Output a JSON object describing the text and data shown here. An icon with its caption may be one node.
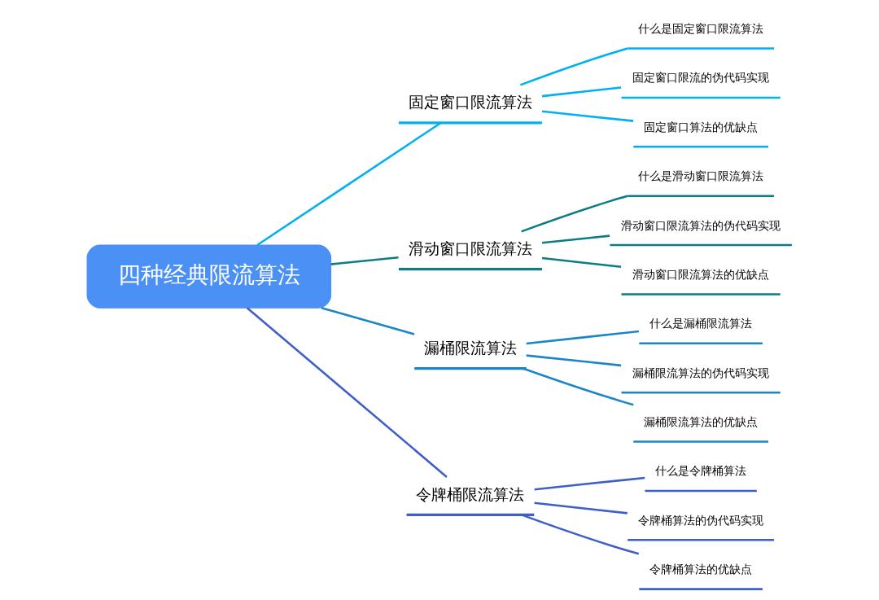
{
  "diagram": {
    "nodes": [
      {
        "text": [
          "四种经典限流算法"
        ]
      },
      {
        "text": [
          "固定窗口限流算法"
        ]
      },
      {
        "text": [
          "什么是固定窗口限流算法"
        ]
      },
      {
        "text": [
          "固定窗口限流的伪代码实现"
        ]
      },
      {
        "text": [
          "固定窗口算法的优缺点"
        ]
      },
      {
        "text": [
          "滑动窗口限流算法"
        ]
      },
      {
        "text": [
          "什么是滑动窗口限流算法"
        ]
      },
      {
        "text": [
          "滑动窗口限流算法的伪代码实现"
        ]
      },
      {
        "text": [
          "滑动窗口限流算法的优缺点"
        ]
      },
      {
        "text": [
          "漏桶限流算法"
        ]
      },
      {
        "text": [
          "什么是漏桶限流算法"
        ]
      },
      {
        "text": [
          "漏桶限流算法的伪代码实现"
        ]
      },
      {
        "text": [
          "漏桶限流算法的优缺点"
        ]
      },
      {
        "text": [
          "令牌桶限流算法"
        ]
      },
      {
        "text": [
          "什么是令牌桶算法"
        ]
      },
      {
        "text": [
          "令牌桶算法的伪代码实现"
        ]
      },
      {
        "text": [
          "令牌桶算法的优缺点"
        ]
      }
    ],
    "edges": [
      {
        "from": 0,
        "to": 1,
        "arrow": "none",
        "color": "#00b0f0"
      },
      {
        "from": 1,
        "to": 2,
        "arrow": "none",
        "color": "#00b0f0"
      },
      {
        "from": 1,
        "to": 3,
        "arrow": "none",
        "color": "#00b0f0"
      },
      {
        "from": 1,
        "to": 4,
        "arrow": "none",
        "color": "#00b0f0"
      },
      {
        "from": 0,
        "to": 5,
        "arrow": "none",
        "color": "#0e7c86"
      },
      {
        "from": 5,
        "to": 6,
        "arrow": "none",
        "color": "#0e7c86"
      },
      {
        "from": 5,
        "to": 7,
        "arrow": "none",
        "color": "#0e7c86"
      },
      {
        "from": 5,
        "to": 8,
        "arrow": "none",
        "color": "#0e7c86"
      },
      {
        "from": 0,
        "to": 9,
        "arrow": "none",
        "color": "#1a86c8"
      },
      {
        "from": 9,
        "to": 10,
        "arrow": "none",
        "color": "#1a86c8"
      },
      {
        "from": 9,
        "to": 11,
        "arrow": "none",
        "color": "#1a86c8"
      },
      {
        "from": 9,
        "to": 12,
        "arrow": "none",
        "color": "#1a86c8"
      },
      {
        "from": 0,
        "to": 13,
        "arrow": "none",
        "color": "#3f5fc8"
      },
      {
        "from": 13,
        "to": 14,
        "arrow": "none",
        "color": "#3f5fc8"
      },
      {
        "from": 13,
        "to": 15,
        "arrow": "none",
        "color": "#3f5fc8"
      },
      {
        "from": 13,
        "to": 16,
        "arrow": "none",
        "color": "#3f5fc8"
      }
    ]
  }
}
